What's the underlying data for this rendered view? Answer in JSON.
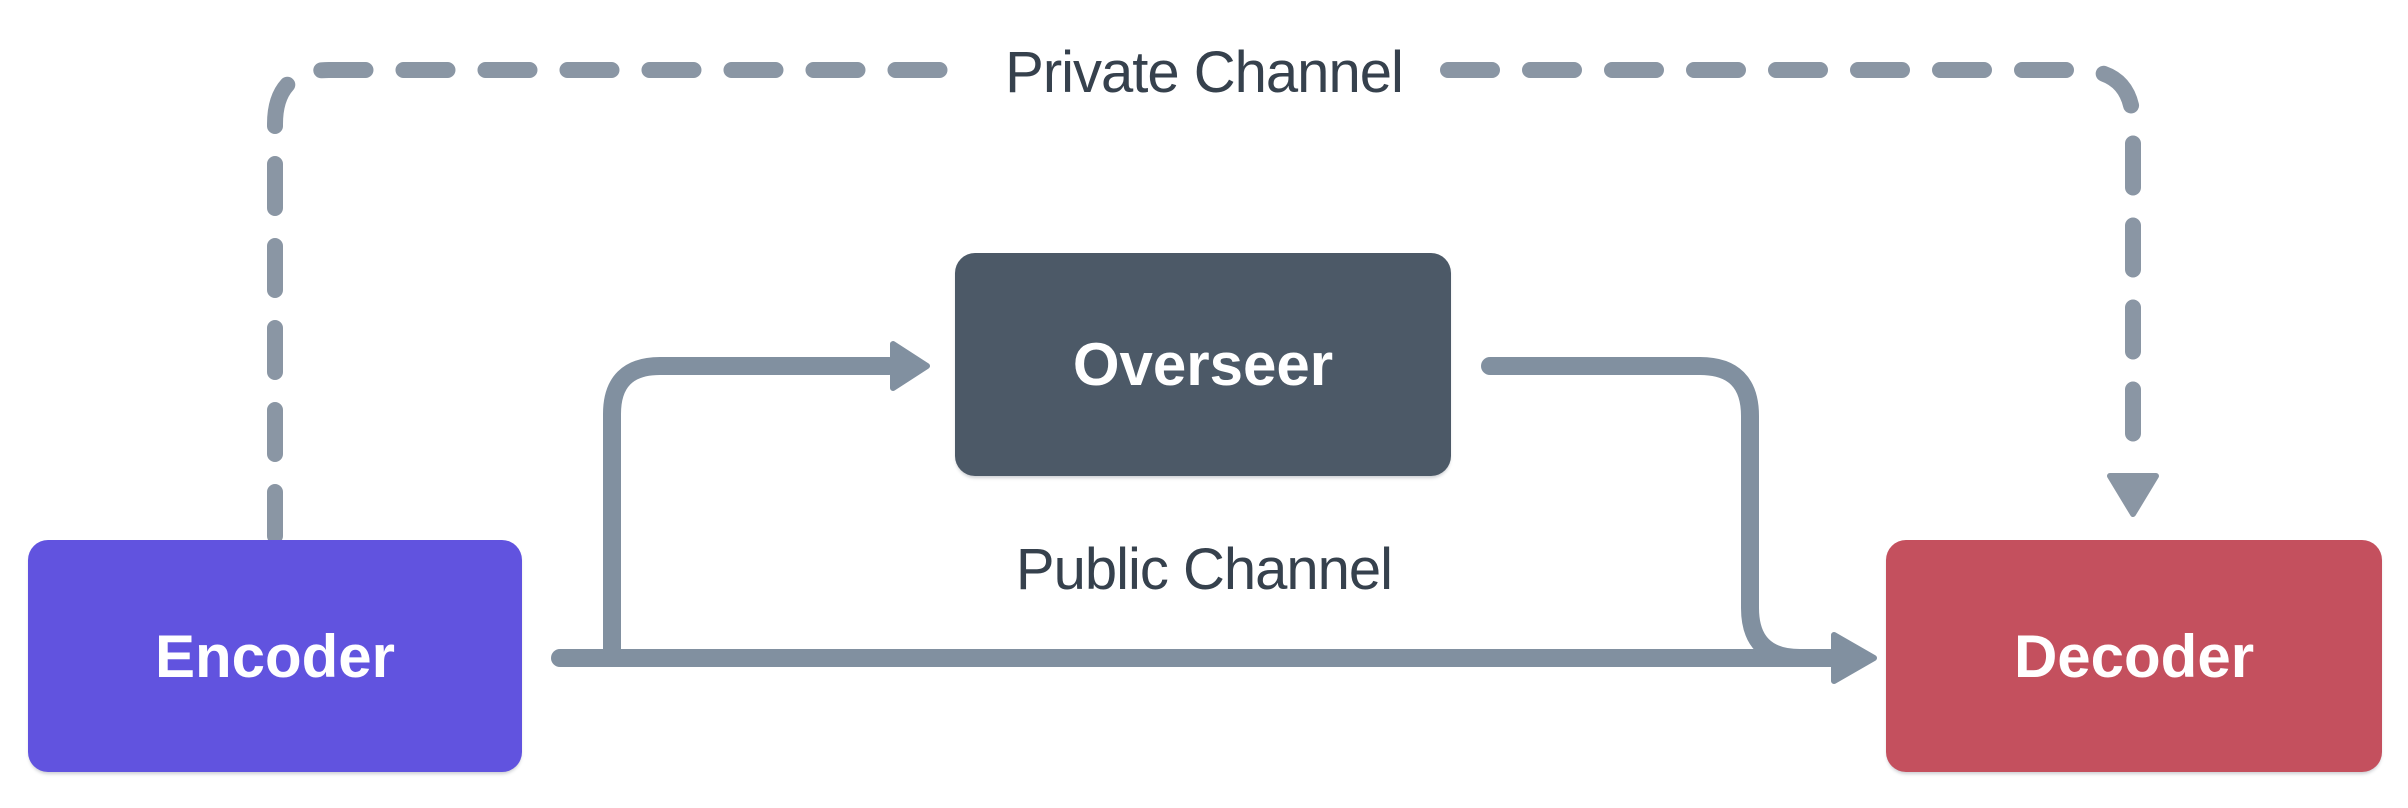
{
  "diagram": {
    "background": "#FFFFFF",
    "nodes": {
      "encoder": {
        "label": "Encoder",
        "fill": "#6153DF",
        "text_color": "#FFFFFF"
      },
      "overseer": {
        "label": "Overseer",
        "fill": "#4C5967",
        "text_color": "#FFFFFF"
      },
      "decoder": {
        "label": "Decoder",
        "fill": "#C4505E",
        "text_color": "#FFFFFF"
      }
    },
    "channels": {
      "private": {
        "label": "Private Channel",
        "line_style": "dashed",
        "from": "Encoder",
        "to": "Decoder",
        "color": "#8A96A4"
      },
      "public": {
        "label": "Public Channel",
        "line_style": "solid",
        "from": "Encoder",
        "to": "Decoder",
        "color": "#8190A0"
      }
    },
    "edges": [
      {
        "from": "Encoder",
        "to": "Decoder",
        "style": "dashed",
        "via": "Private Channel"
      },
      {
        "from": "Encoder",
        "to": "Overseer",
        "style": "solid",
        "via": "Public Channel"
      },
      {
        "from": "Overseer",
        "to": "Decoder",
        "style": "solid",
        "via": "Public Channel"
      },
      {
        "from": "Encoder",
        "to": "Decoder",
        "style": "solid",
        "via": "Public Channel"
      }
    ],
    "colors": {
      "solid_line": "#8190A0",
      "dashed_line": "#8A96A4",
      "channel_label_text": "#36414D",
      "node_label_text": "#FFFFFF"
    }
  }
}
